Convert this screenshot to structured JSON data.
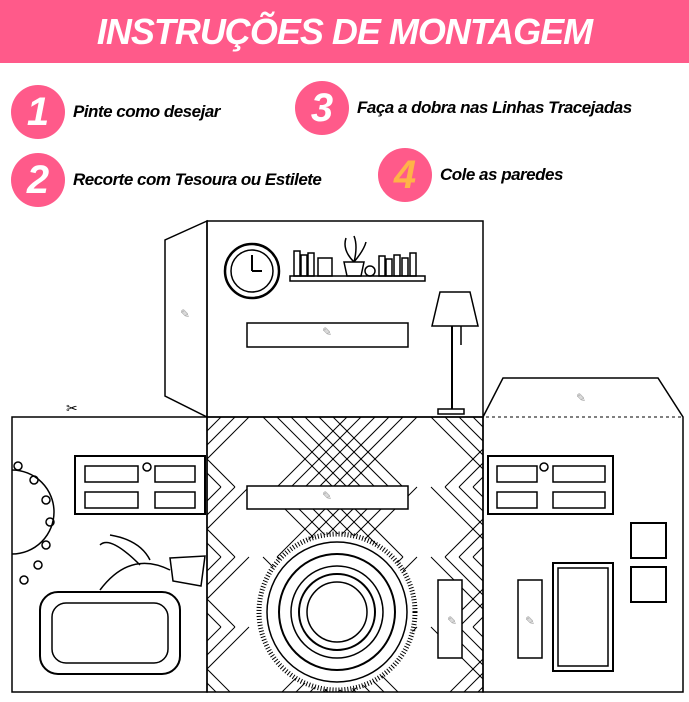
{
  "colors": {
    "accent": "#ff5a8a",
    "step4_number": "#ffb347"
  },
  "header": {
    "title": "INSTRUÇÕES DE MONTAGEM"
  },
  "steps": [
    {
      "number": "1",
      "text": "Pinte como desejar"
    },
    {
      "number": "2",
      "text": "Recorte com Tesoura ou Estilete"
    },
    {
      "number": "3",
      "text": "Faça a dobra nas Linhas Tracejadas"
    },
    {
      "number": "4",
      "text": "Cole as paredes"
    }
  ],
  "icons": {
    "cut_marker": "scissors-icon",
    "glue_marker": "glue-icon"
  }
}
